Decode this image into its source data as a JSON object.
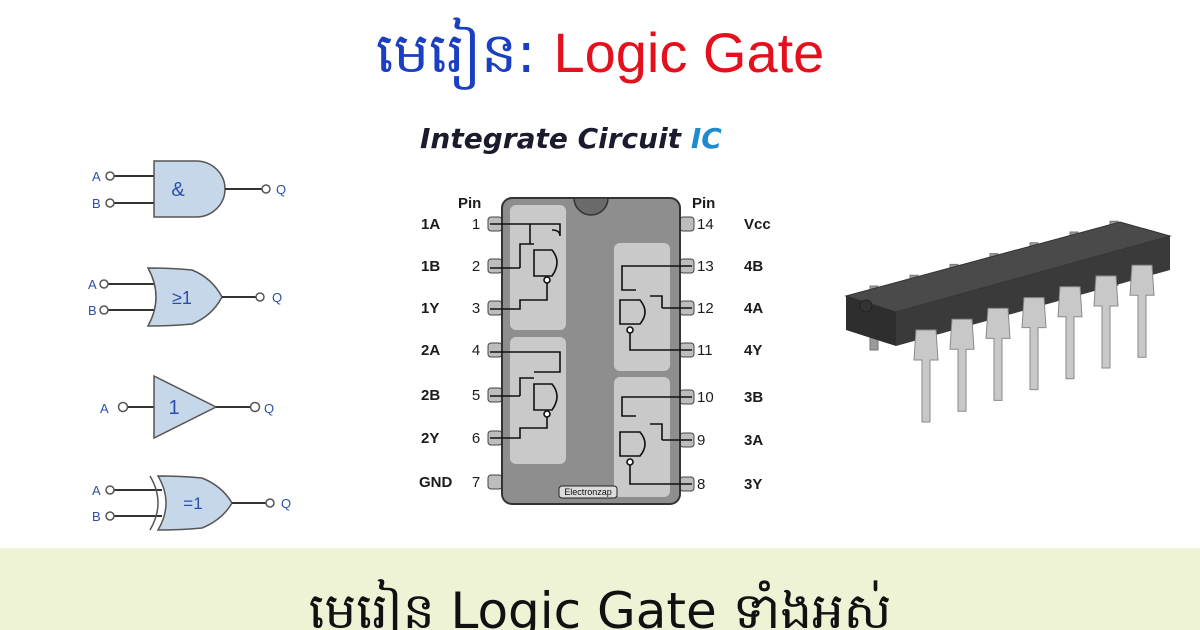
{
  "title": {
    "khmer": "មេរៀន",
    "separator": ":",
    "english": "Logic Gate"
  },
  "subtitle": {
    "main": "Integrate Circuit",
    "accent": "IC"
  },
  "gates": [
    {
      "symbol": "&",
      "inputs": [
        "A",
        "B"
      ],
      "output": "Q"
    },
    {
      "symbol": "≥1",
      "inputs": [
        "A",
        "B"
      ],
      "output": "Q"
    },
    {
      "symbol": "1",
      "inputs": [
        "A"
      ],
      "output": "Q"
    },
    {
      "symbol": "=1",
      "inputs": [
        "A",
        "B"
      ],
      "output": "Q"
    }
  ],
  "ic": {
    "pin_header": "Pin",
    "brand": "Electronzap",
    "left_pins": [
      {
        "label": "1A",
        "num": "1"
      },
      {
        "label": "1B",
        "num": "2"
      },
      {
        "label": "1Y",
        "num": "3"
      },
      {
        "label": "2A",
        "num": "4"
      },
      {
        "label": "2B",
        "num": "5"
      },
      {
        "label": "2Y",
        "num": "6"
      },
      {
        "label": "GND",
        "num": "7"
      }
    ],
    "right_pins": [
      {
        "label": "Vcc",
        "num": "14"
      },
      {
        "label": "4B",
        "num": "13"
      },
      {
        "label": "4A",
        "num": "12"
      },
      {
        "label": "4Y",
        "num": "11"
      },
      {
        "label": "3B",
        "num": "10"
      },
      {
        "label": "3A",
        "num": "9"
      },
      {
        "label": "3Y",
        "num": "8"
      }
    ]
  },
  "banner": {
    "text": "មេរៀន Logic Gate ទាំងអស់"
  },
  "colors": {
    "title_khmer": "#1a3fc2",
    "title_english": "#e3101d",
    "ic_accent": "#1e8bd0",
    "gate_fill": "#c7d7ea",
    "banner_bg": "#eef3d6"
  }
}
